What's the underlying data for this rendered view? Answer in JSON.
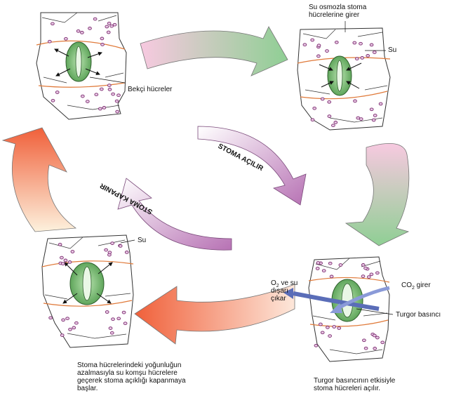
{
  "labels": {
    "guard_cells": "Bekçi hücreler",
    "osmosis_line1": "Su osmozla stoma",
    "osmosis_line2": "hücrelerine girer",
    "water_tr": "Su",
    "water_bl": "Su",
    "stoma_opens": "STOMA AÇILIR",
    "stoma_closes": "STOMA KAPANIR",
    "o2_main": "O",
    "o2_sub": "2",
    "o2_rest": " ve su",
    "o2_line2": "dışarı",
    "o2_line3": "çıkar",
    "co2_main": "CO",
    "co2_sub": "2",
    "co2_rest": " girer",
    "turgor": "Turgor basıncı",
    "caption_br_1": "Turgor basıncının etkisiyle",
    "caption_br_2": "stoma hücreleri açılır.",
    "caption_bl_1": "Stoma hücrelerindeki yoğunluğun",
    "caption_bl_2": "azalmasıyla su komşu hücrelere",
    "caption_bl_3": "geçerek stoma açıklığı kapanmaya",
    "caption_bl_4": "başlar."
  },
  "colors": {
    "cell_wall": "#333333",
    "nucleus_dot": "#7a2a6e",
    "guard_cell_fill": "#6db36a",
    "membrane_line": "#e07a3a",
    "arrow_green": "#8fcf94",
    "arrow_pink": "#f7c9e0",
    "arrow_red": "#f0603a",
    "arrow_cream": "#fdebd0",
    "arrow_purple": "#b772b4",
    "arrow_blue": "#5a6db8"
  }
}
